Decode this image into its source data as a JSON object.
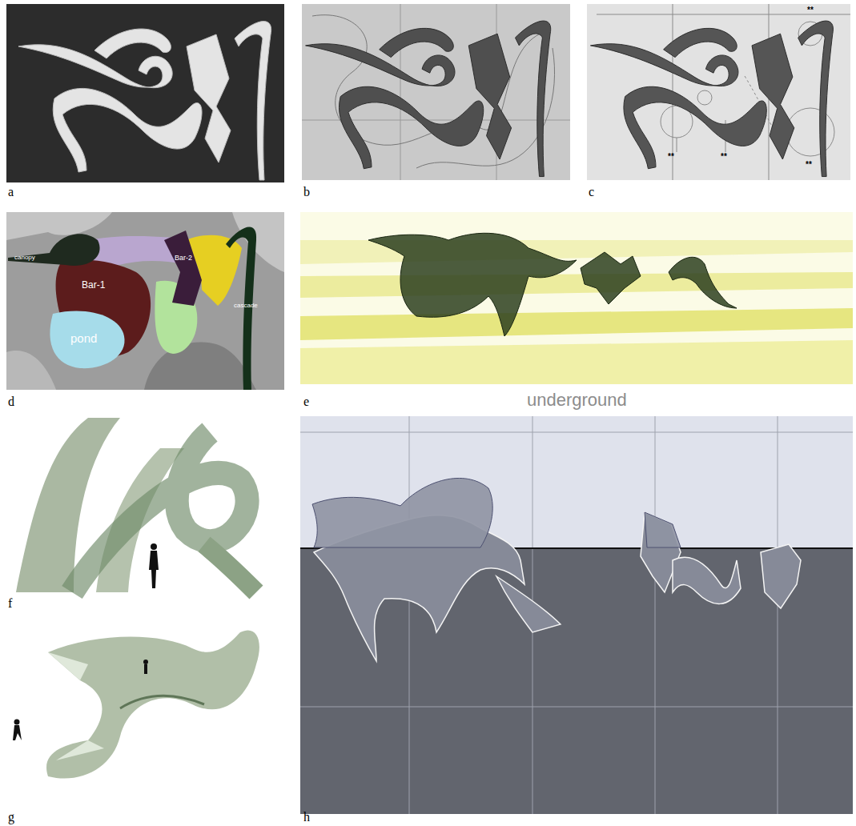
{
  "diagram": {
    "labels": [
      "a",
      "b",
      "c",
      "**",
      "**",
      "**",
      "**",
      "d",
      "canopy",
      "Bar-1",
      "pond",
      "Bar-2",
      "cascade",
      "e",
      "underground",
      "f",
      "g",
      "h"
    ]
  }
}
